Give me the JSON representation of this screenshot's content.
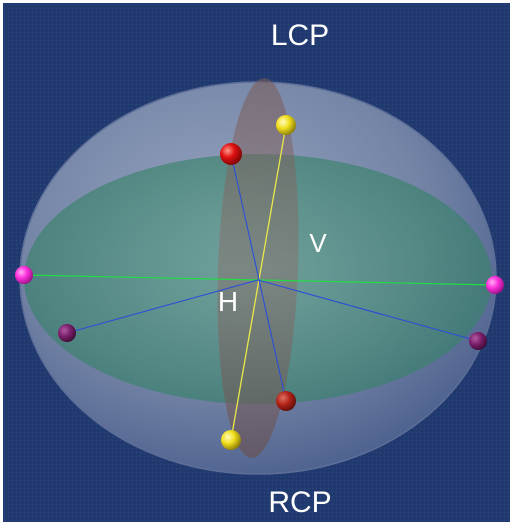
{
  "labels": {
    "top": "LCP",
    "bottom": "RCP",
    "horizontal": "H",
    "vertical": "V"
  },
  "colors": {
    "background": "#213a6f",
    "frame": "#ffffff",
    "sphere_fill": "#8f9db8",
    "equator_plane": "#3f8a70",
    "meridian_plane": "#6e5650",
    "horizontal_axis": "#22dd44",
    "vertical_axis": "#e8e84a",
    "blue_axis": "#2a4fd8",
    "point_magenta": "#ff33dd",
    "point_dark_magenta": "#7a1f6a",
    "point_red": "#e01010",
    "point_dark_red": "#c02018",
    "point_yellow": "#f2e020"
  },
  "points": {
    "left_horizontal": "magenta",
    "right_horizontal": "magenta",
    "top_pole": "yellow",
    "bottom_pole": "yellow",
    "upper_blue": "red",
    "lower_blue": "dark-red",
    "left_blue": "dark-magenta",
    "right_blue": "dark-magenta"
  }
}
